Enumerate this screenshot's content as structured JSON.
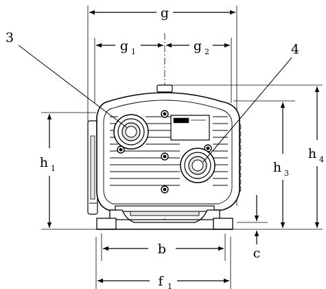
{
  "dimensions": {
    "g": "g",
    "g1": "g",
    "g1_sub": "1",
    "g2": "g",
    "g2_sub": "2",
    "h1": "h",
    "h1_sub": "1",
    "h3": "h",
    "h3_sub": "3",
    "h4": "h",
    "h4_sub": "4",
    "b": "b",
    "c": "c",
    "f1": "f",
    "f1_sub": "1"
  },
  "callouts": {
    "port_3": "3",
    "port_4": "4"
  },
  "colors": {
    "line": "#000000",
    "fill": "#ffffff",
    "shade": "#e6e6e6"
  }
}
